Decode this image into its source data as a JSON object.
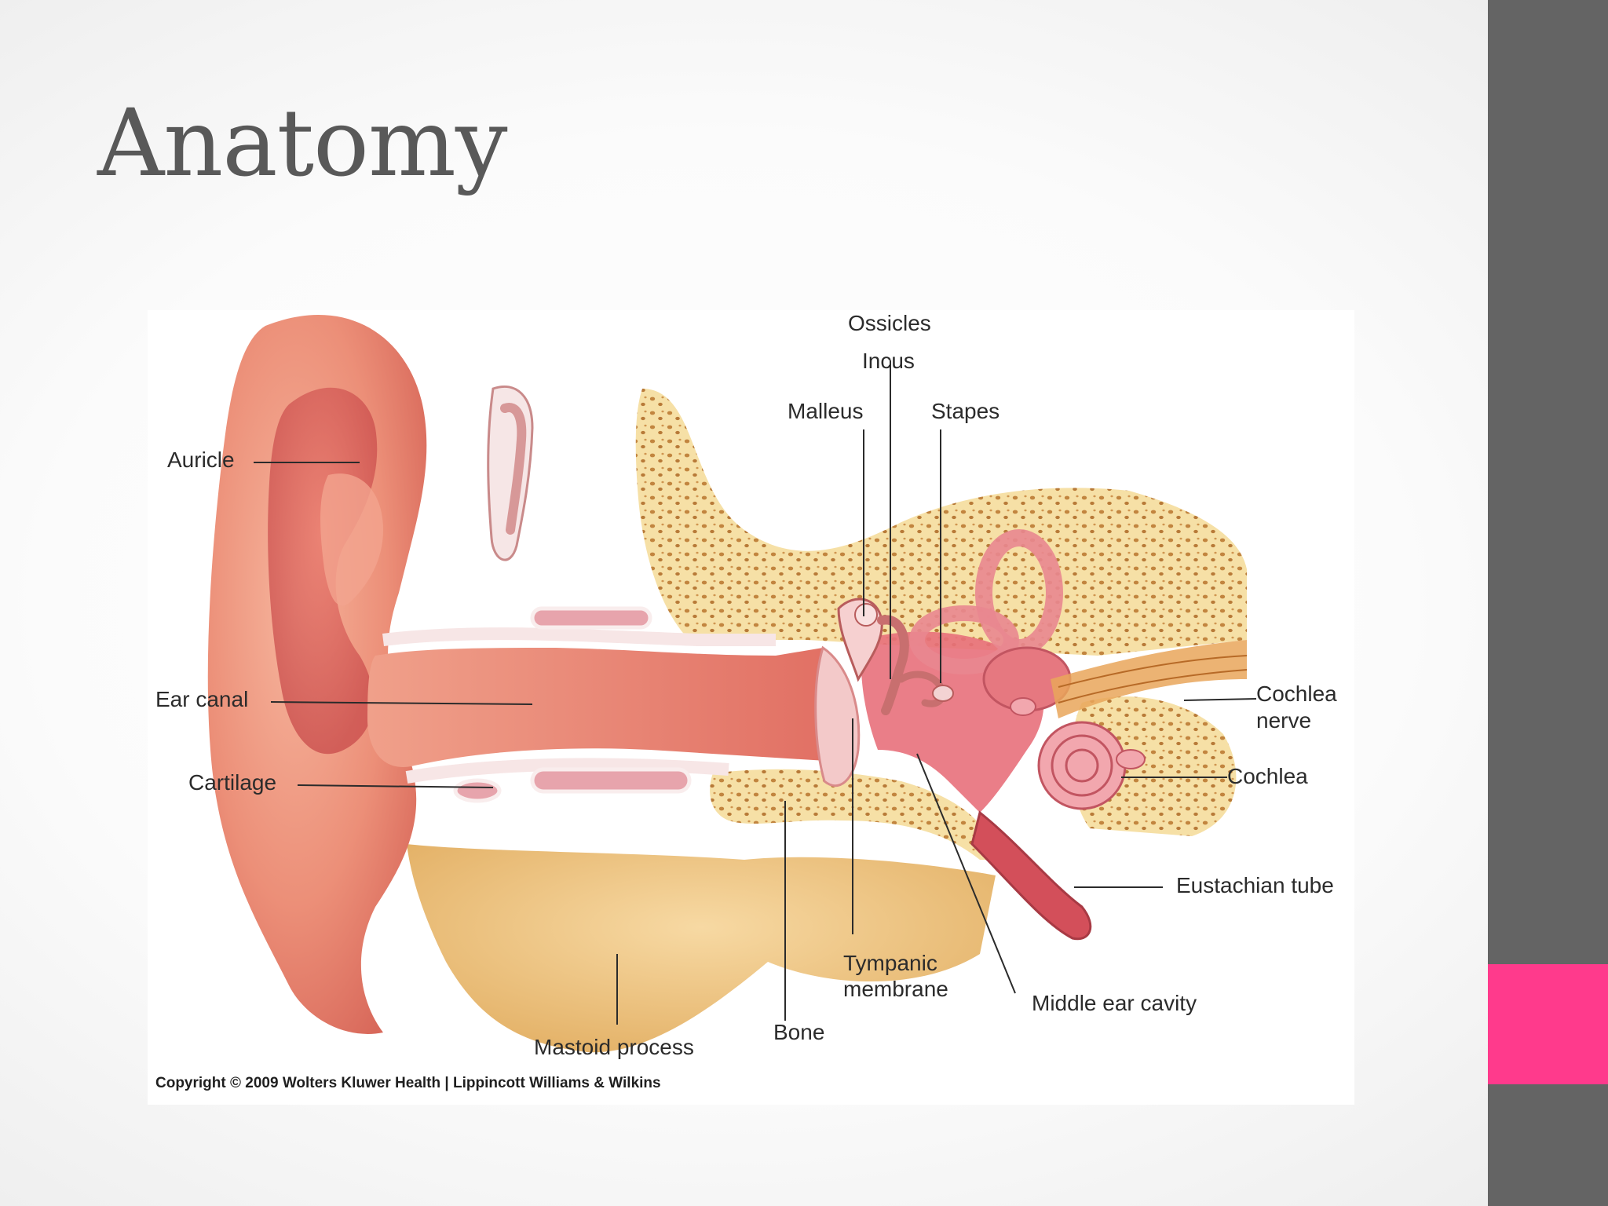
{
  "slide": {
    "title": "Anatomy"
  },
  "colors": {
    "side_bar": "#646464",
    "accent": "#ff3a8c",
    "title": "#595959"
  },
  "diagram": {
    "labels": {
      "ossicles": "Ossicles",
      "incus": "Incus",
      "malleus": "Malleus",
      "stapes": "Stapes",
      "auricle": "Auricle",
      "ear_canal": "Ear canal",
      "cartilage": "Cartilage",
      "cochlea_nerve_1": "Cochlea",
      "cochlea_nerve_2": "nerve",
      "cochlea": "Cochlea",
      "eustachian_tube": "Eustachian tube",
      "tympanic_membrane_1": "Tympanic",
      "tympanic_membrane_2": "membrane",
      "middle_ear_cavity": "Middle ear cavity",
      "bone": "Bone",
      "mastoid_process": "Mastoid process"
    },
    "copyright": "Copyright © 2009 Wolters Kluwer Health | Lippincott Williams & Wilkins"
  }
}
